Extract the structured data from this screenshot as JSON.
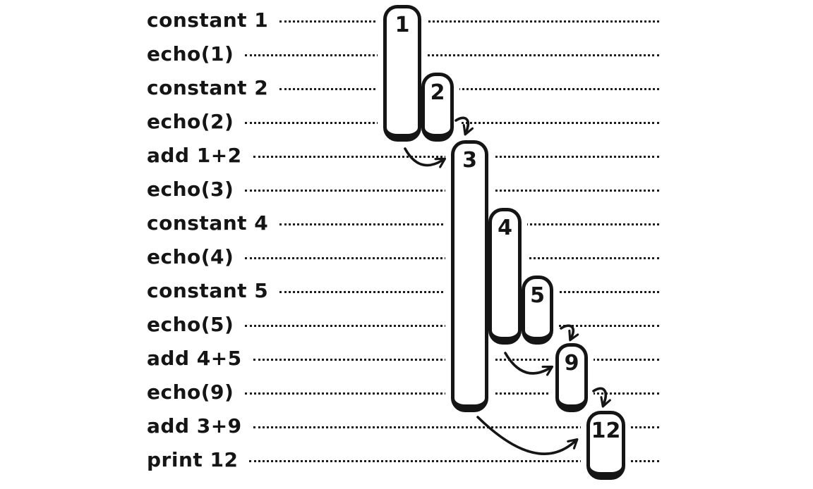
{
  "diagram": {
    "colors": {
      "ink": "#151515",
      "background": "#ffffff"
    },
    "instructions": [
      "constant 1",
      "echo(1)",
      "constant 2",
      "echo(2)",
      "add 1+2",
      "echo(3)",
      "constant 4",
      "echo(4)",
      "constant 5",
      "echo(5)",
      "add 4+5",
      "echo(9)",
      "add 3+9",
      "print 12"
    ],
    "pills": [
      {
        "value": "1",
        "pushed_at": "constant 1",
        "popped_at": "add 1+2"
      },
      {
        "value": "2",
        "pushed_at": "constant 2",
        "popped_at": "add 1+2"
      },
      {
        "value": "3",
        "pushed_at": "add 1+2",
        "popped_at": "add 3+9"
      },
      {
        "value": "4",
        "pushed_at": "constant 4",
        "popped_at": "add 4+5"
      },
      {
        "value": "5",
        "pushed_at": "constant 5",
        "popped_at": "add 4+5"
      },
      {
        "value": "9",
        "pushed_at": "add 4+5",
        "popped_at": "add 3+9"
      },
      {
        "value": "12",
        "pushed_at": "add 3+9",
        "popped_at": "print 12"
      }
    ],
    "arrows": [
      {
        "kind": "drop-hook",
        "to": "3"
      },
      {
        "kind": "result-curve",
        "from": "1,2",
        "to": "3"
      },
      {
        "kind": "drop-hook",
        "to": "9"
      },
      {
        "kind": "result-curve",
        "from": "4,5",
        "to": "9"
      },
      {
        "kind": "drop-hook",
        "to": "12"
      },
      {
        "kind": "result-curve",
        "from": "3,9",
        "to": "12"
      }
    ]
  }
}
